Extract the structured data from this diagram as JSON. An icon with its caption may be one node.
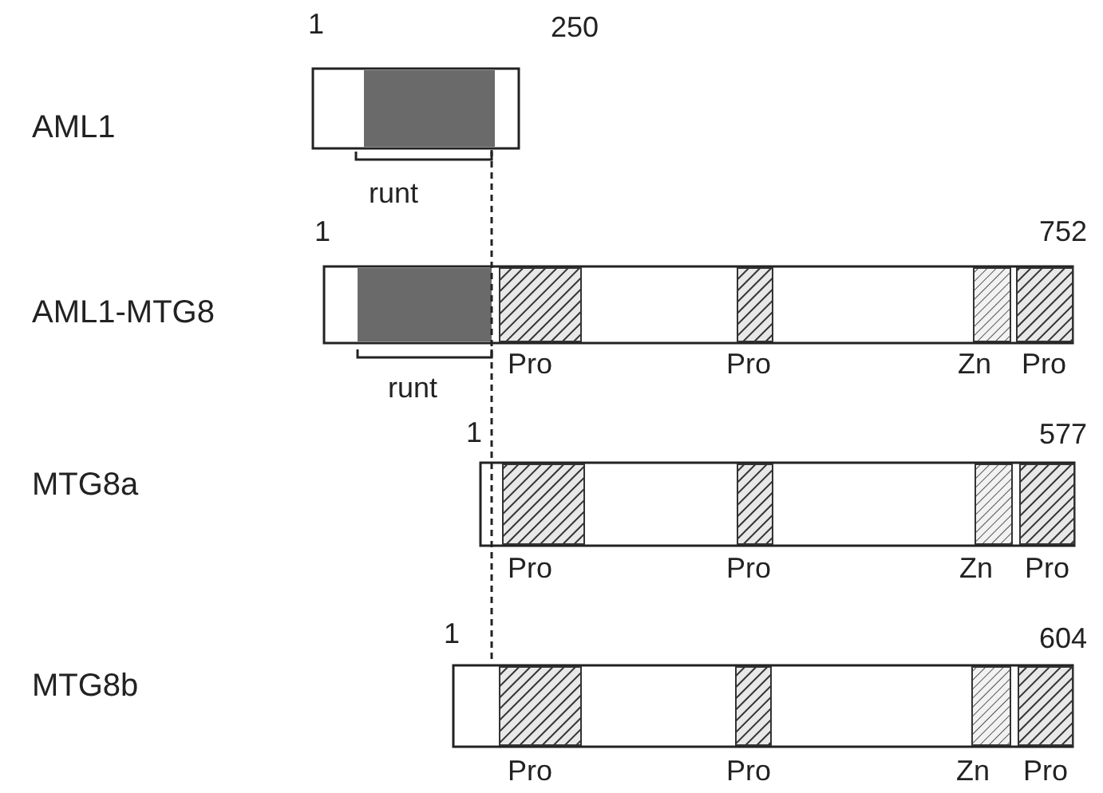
{
  "diagram": {
    "labels": [
      "1",
      "250",
      "AML1",
      "runt",
      "1",
      "752",
      "AML1-MTG8",
      "Pro",
      "Pro",
      "Zn",
      "Pro",
      "runt",
      "1",
      "577",
      "MTG8a",
      "Pro",
      "Pro",
      "Zn",
      "Pro",
      "1",
      "604",
      "MTG8b",
      "Pro",
      "Pro",
      "Zn",
      "Pro"
    ]
  }
}
